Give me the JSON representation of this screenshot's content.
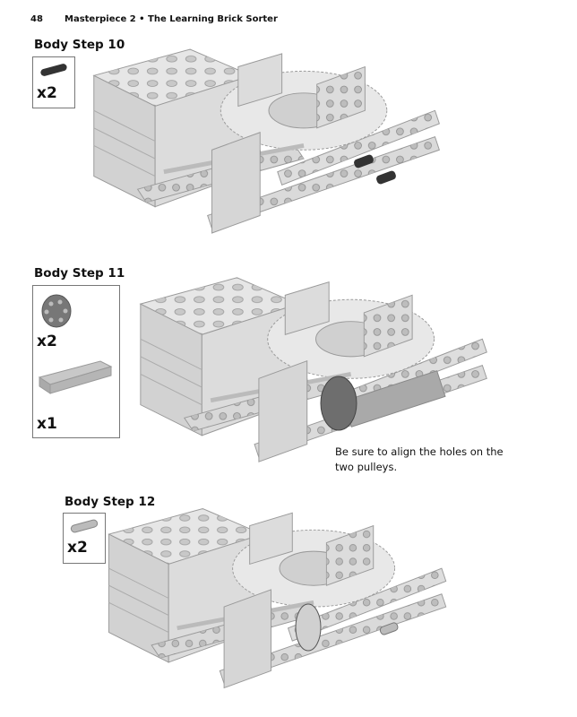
{
  "header": {
    "page_number": "48",
    "title": "Masterpiece 2 • The Learning Brick Sorter"
  },
  "steps": [
    {
      "title": "Body Step 10",
      "parts": [
        {
          "icon": "black-connector-peg-icon",
          "qty": "x2"
        }
      ]
    },
    {
      "title": "Body Step 11",
      "parts": [
        {
          "icon": "pulley-wheel-icon",
          "qty": "x2"
        },
        {
          "icon": "technic-beam-icon",
          "qty": "x1"
        }
      ],
      "note": [
        "Be sure to align the holes on the",
        "two pulleys."
      ]
    },
    {
      "title": "Body Step 12",
      "parts": [
        {
          "icon": "gray-connector-peg-icon",
          "qty": "x2"
        }
      ]
    }
  ],
  "colors": {
    "brick": "#dcdcdc",
    "edge": "#9a9a9a",
    "dark": "#333333",
    "pulley": "#6e6e6e"
  }
}
